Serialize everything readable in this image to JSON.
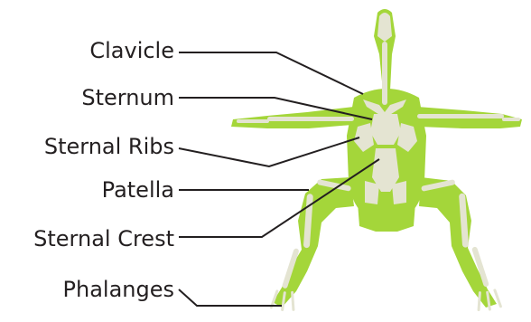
{
  "labels": {
    "clavicle": "Clavicle",
    "sternum": "Sternum",
    "sternal_ribs": "Sternal Ribs",
    "patella": "Patella",
    "sternal_crest": "Sternal Crest",
    "phalanges": "Phalanges"
  },
  "colors": {
    "body": "#a4d63a",
    "bone": "#e4e4d2",
    "line": "#231f20",
    "text": "#231f20"
  }
}
